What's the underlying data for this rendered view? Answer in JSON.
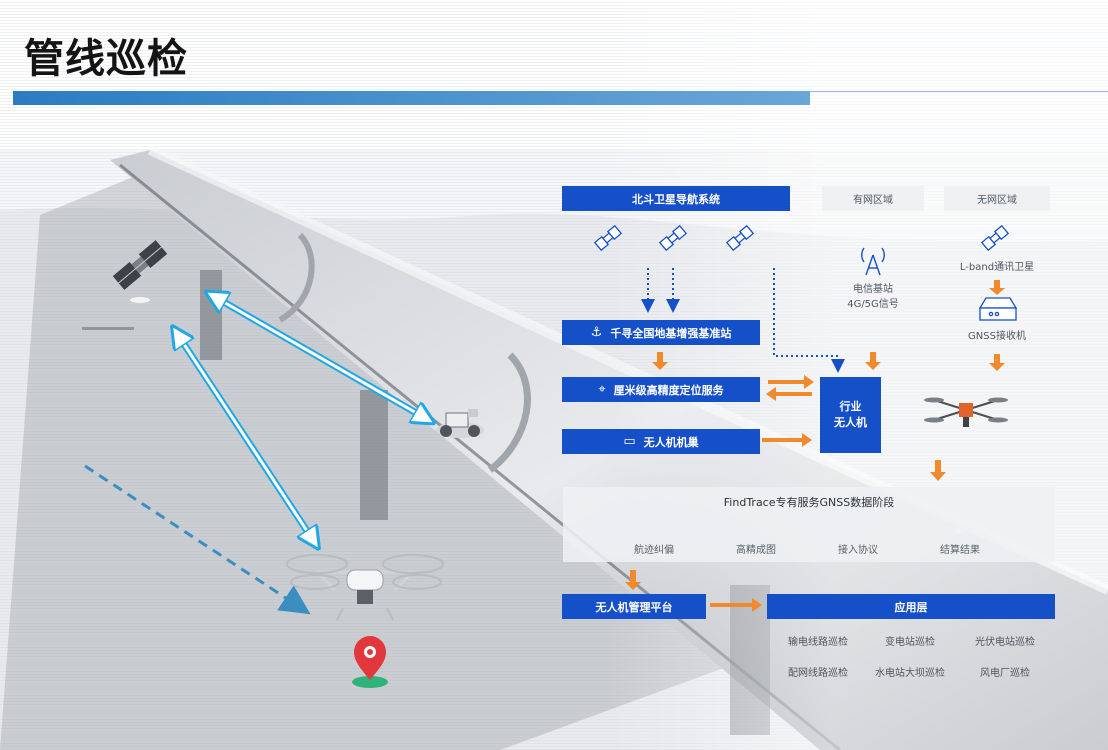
{
  "page": {
    "title": "管线巡检"
  },
  "diagram": {
    "beidou": "北斗卫星导航系统",
    "zone_network": "有网区域",
    "zone_no_network": "无网区域",
    "base_station_label": "电信基站",
    "base_station_signal": "4G/5G信号",
    "lband_satellite": "L-band通讯卫星",
    "gnss_receiver": "GNSS接收机",
    "cors_station": "千寻全国地基增强基准站",
    "cm_positioning": "厘米级高精度定位服务",
    "drone_nest": "无人机机巢",
    "industry_drone_line1": "行业",
    "industry_drone_line2": "无人机",
    "findtrace_panel": {
      "title": "FindTrace专有服务GNSS数据阶段",
      "items": [
        "航迹纠偏",
        "高精成图",
        "接入协议",
        "结算结果"
      ]
    },
    "drone_platform": "无人机管理平台",
    "application_layer": "应用层",
    "applications": [
      "输电线路巡检",
      "变电站巡检",
      "光伏电站巡检",
      "配网线路巡检",
      "水电站大坝巡检",
      "风电厂巡检"
    ]
  },
  "icons": {
    "satellite": "satellite-icon",
    "anchor": "anchor-icon",
    "location_pin": "location-pin-icon",
    "nest": "window-icon",
    "tower": "tower-icon",
    "receiver": "receiver-icon"
  },
  "colors": {
    "primary_blue": "#1650c9",
    "arrow_orange": "#f08a2c",
    "link_cyan": "#1fa8e6",
    "pin_red": "#e2383b",
    "pin_base_green": "#2fb37a"
  }
}
